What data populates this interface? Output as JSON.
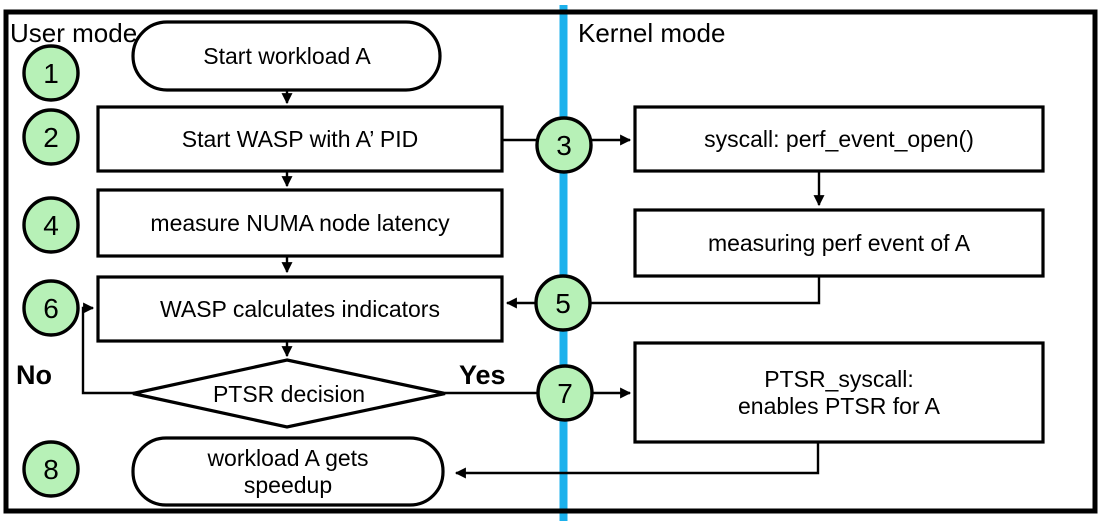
{
  "diagram": {
    "title_hint": "PTSR / WASP workflow flowchart",
    "divider_color": "#1cb1ec",
    "step_badge_color": "#b7f1b7",
    "regions": {
      "left_label": "User mode",
      "right_label": "Kernel mode"
    },
    "steps": [
      "1",
      "2",
      "3",
      "4",
      "5",
      "6",
      "7",
      "8"
    ],
    "nodes": {
      "start": "Start workload A",
      "wasp_start": "Start WASP with A’ PID",
      "numa": "measure NUMA node latency",
      "indicators": "WASP calculates indicators",
      "decision": "PTSR decision",
      "speedup_line1": "workload A gets",
      "speedup_line2": "speedup",
      "syscall": "syscall: perf_event_open()",
      "perf_event": "measuring perf event of A",
      "ptsr_line1": "PTSR_syscall:",
      "ptsr_line2": "enables PTSR for A"
    },
    "branches": {
      "no": "No",
      "yes": "Yes"
    }
  }
}
